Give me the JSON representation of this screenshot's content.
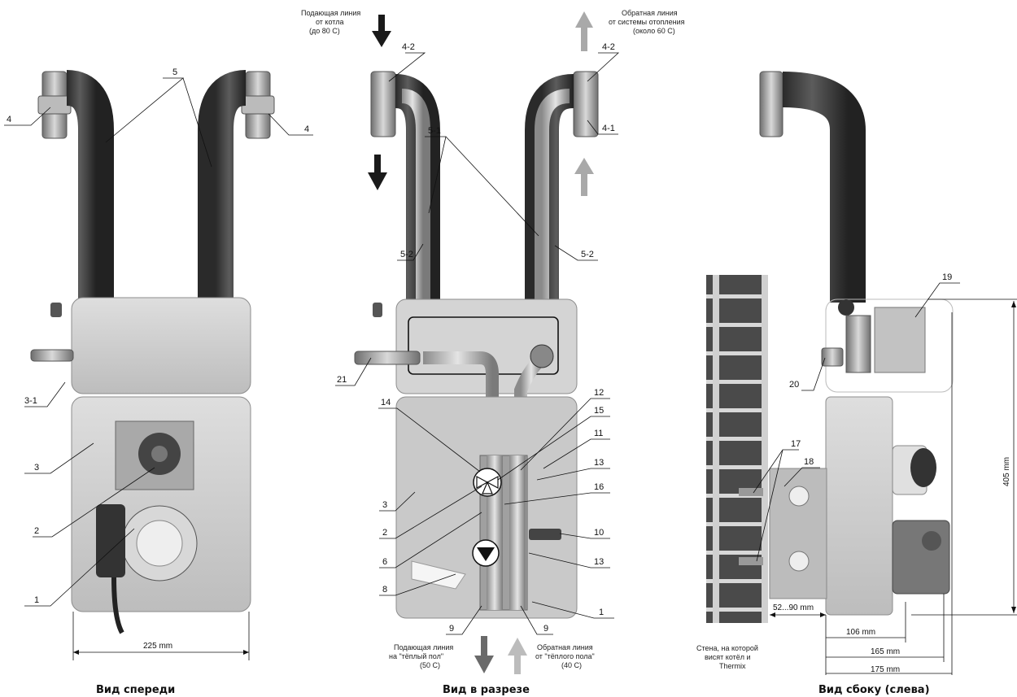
{
  "front_view": {
    "caption": "Вид спереди",
    "width_dim": "225 mm",
    "callouts": [
      "4",
      "5",
      "4",
      "3-1",
      "3",
      "2",
      "1"
    ]
  },
  "section_view": {
    "caption": "Вид в разрезе",
    "supply_in": [
      "Подающая линия",
      "от котла",
      "(до 80 С)"
    ],
    "return_out": [
      "Обратная линия",
      "от системы отопления",
      "(около 60 С)"
    ],
    "supply_floor": [
      "Подающая линия",
      "на \"тёплый пол\"",
      "(50 С)"
    ],
    "return_floor": [
      "Обратная линия",
      "от \"тёплого пола\"",
      "(40 С)"
    ],
    "callouts": [
      "4-2",
      "4-2",
      "5-1",
      "4-1",
      "5-2",
      "5-2",
      "21",
      "14",
      "12",
      "15",
      "11",
      "13",
      "16",
      "3",
      "2",
      "10",
      "6",
      "13",
      "8",
      "9",
      "9",
      "1"
    ]
  },
  "side_view": {
    "caption": "Вид сбоку (слева)",
    "wall_note": [
      "Стена, на которой",
      "висят котёл и",
      "Thermix"
    ],
    "callouts": [
      "19",
      "20",
      "17",
      "18"
    ],
    "dims": {
      "height": "405 mm",
      "gap": "52...90 mm",
      "d1": "106 mm",
      "d2": "165 mm",
      "d3": "175 mm"
    }
  },
  "colors": {
    "pipe": "#3e3e3e",
    "housing": "#cfcfcf",
    "arrow_dark": "#1a1a1a",
    "arrow_light": "#a9a9a9",
    "wall": "#4a4a4a"
  }
}
